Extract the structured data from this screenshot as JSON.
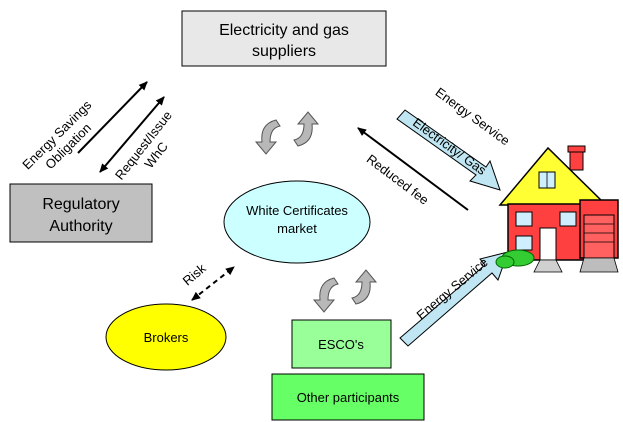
{
  "nodes": {
    "suppliers": {
      "line1": "Electricity and gas",
      "line2": "suppliers"
    },
    "regulator": {
      "line1": "Regulatory",
      "line2": "Authority"
    },
    "market": {
      "line1": "White Certificates",
      "line2": "market"
    },
    "brokers": {
      "label": "Brokers"
    },
    "escos": {
      "label": "ESCO's"
    },
    "other": {
      "label": "Other participants"
    }
  },
  "arrow_labels": {
    "obligation_1": "Energy Savings",
    "obligation_2": "Obligation",
    "request_1": "Request/Issue",
    "request_2": "WhC",
    "energy_service_top": "Energy Service",
    "electricity_gas": "Electricity/ Gas",
    "reduced_fee": "Reduced fee",
    "risk": "Risk",
    "energy_service_bottom": "Energy Service"
  },
  "colors": {
    "suppliers_fill": "#e8e8e8",
    "regulator_fill": "#c0c0c0",
    "market_fill": "#ccffff",
    "brokers_fill": "#ffff00",
    "escos_fill": "#99ff99",
    "other_fill": "#66ff66",
    "blue_arrow": "#bfe6f2",
    "cycle_arrow": "#b8b8b8",
    "house_wall": "#ff4040",
    "house_roof": "#ffff33"
  },
  "icons": {
    "house": "house-icon",
    "cycle": "cycle-arrows-icon"
  }
}
